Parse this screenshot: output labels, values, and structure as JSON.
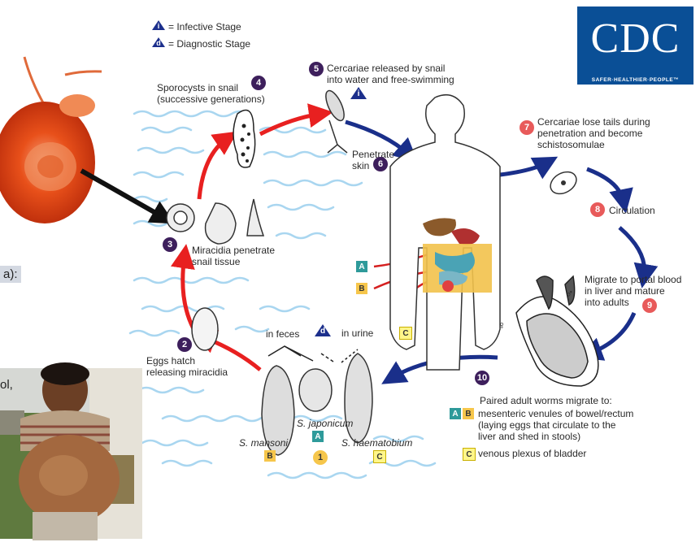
{
  "legend": {
    "infective": "= Infective Stage",
    "diagnostic": "= Diagnostic Stage",
    "i_glyph": "i",
    "d_glyph": "d"
  },
  "logo": {
    "text": "CDC",
    "tagline": "SAFER·HEALTHIER·PEOPLE™"
  },
  "side_fragments": {
    "a": "a):",
    "b": "ol,"
  },
  "steps": {
    "s1": {
      "num": "1"
    },
    "s2": {
      "num": "2",
      "text": "Eggs hatch\nreleasing miracidia"
    },
    "s3": {
      "num": "3",
      "text": "Miracidia penetrate\nsnail tissue"
    },
    "s4": {
      "num": "4",
      "text": "Sporocysts in snail\n(successive generations)"
    },
    "s5": {
      "num": "5",
      "text": "Cercariae released by snail\ninto water and free-swimming"
    },
    "s6": {
      "num": "6",
      "text": "Penetrate\nskin"
    },
    "s7": {
      "num": "7",
      "text": "Cercariae lose tails during\npenetration and become\nschistosomulae"
    },
    "s8": {
      "num": "8",
      "text": "Circulation"
    },
    "s9": {
      "num": "9",
      "text": "Migrate to portal blood\nin liver and mature\ninto adults"
    },
    "s10": {
      "num": "10",
      "text": "Paired adult worms migrate to:"
    }
  },
  "eggs": {
    "in_feces": "in feces",
    "in_urine": "in urine",
    "mansoni": "S. mansoni",
    "japonicum": "S. japonicum",
    "haematobium": "S. haematobium"
  },
  "tags": {
    "A": "A",
    "B": "B",
    "C": "C"
  },
  "worm_sites": {
    "ab": "mesenteric venules of bowel/rectum\n(laying eggs that circulate to the\nliver and shed in stools)",
    "c": "venous plexus of bladder"
  },
  "sex": {
    "male": "♂",
    "female": "♀"
  },
  "colors": {
    "dark_badge": "#3d1f5c",
    "red_badge": "#e85a5a",
    "arrow_red": "#e82020",
    "arrow_blue": "#1a2f8a",
    "tag_a": "#2e9a9a",
    "tag_b": "#f6c64b",
    "tag_c": "#fff68a",
    "cdc_blue": "#0a4f96"
  }
}
